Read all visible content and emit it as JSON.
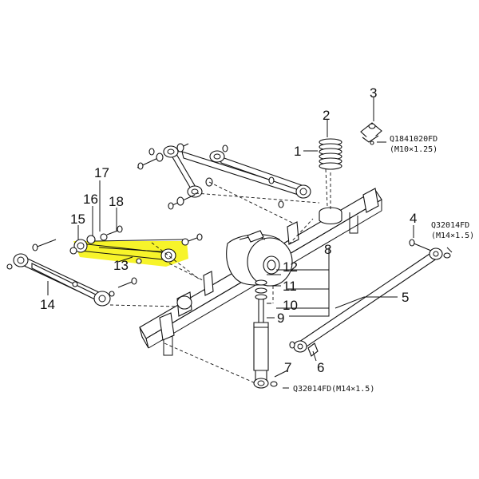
{
  "highlight_color": "#f7f31f",
  "callouts": {
    "c1": "1",
    "c2": "2",
    "c3": "3",
    "c4": "4",
    "c5": "5",
    "c6": "6",
    "c7": "7",
    "c8": "8",
    "c9": "9",
    "c10": "10",
    "c11": "11",
    "c12": "12",
    "c13": "13",
    "c14": "14",
    "c15": "15",
    "c16": "16",
    "c17": "17",
    "c18": "18"
  },
  "codes": {
    "q1841020_name": "Q1841020FD",
    "q1841020_spec": "(M10×1.25)",
    "q32014_top_name": "Q32014FD",
    "q32014_top_spec": "(M14×1.5)",
    "q32014_bottom": "Q32014FD(M14×1.5)"
  }
}
